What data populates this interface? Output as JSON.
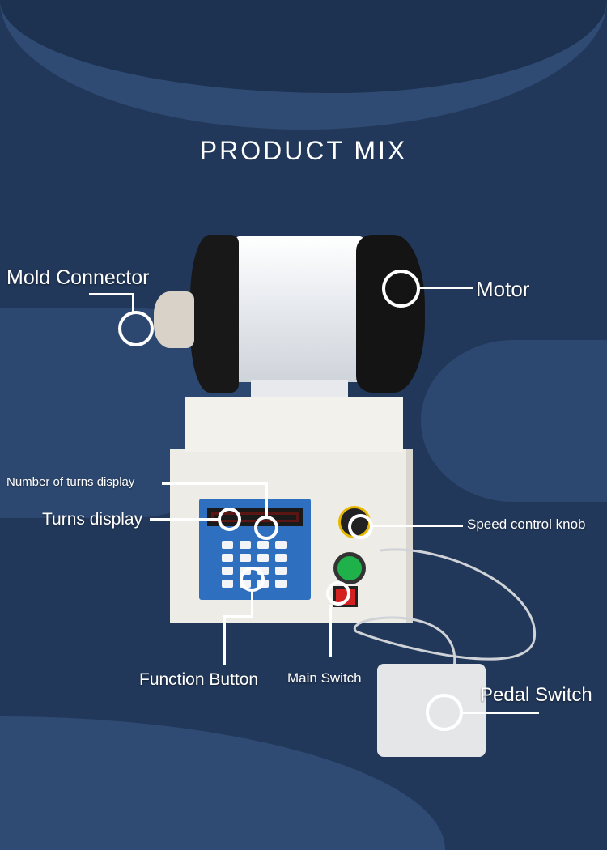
{
  "title": "PRODUCT MIX",
  "labels": {
    "mold_connector": "Mold Connector",
    "motor": "Motor",
    "number_of_turns_display": "Number of turns display",
    "turns_display": "Turns display",
    "speed_control_knob": "Speed control knob",
    "function_button": "Function Button",
    "main_switch": "Main Switch",
    "pedal_switch": "Pedal Switch"
  },
  "colors": {
    "background": "#22385a",
    "wave": "#2e4a72",
    "panel": "#2f6fc0",
    "display_red": "#e0352b"
  }
}
